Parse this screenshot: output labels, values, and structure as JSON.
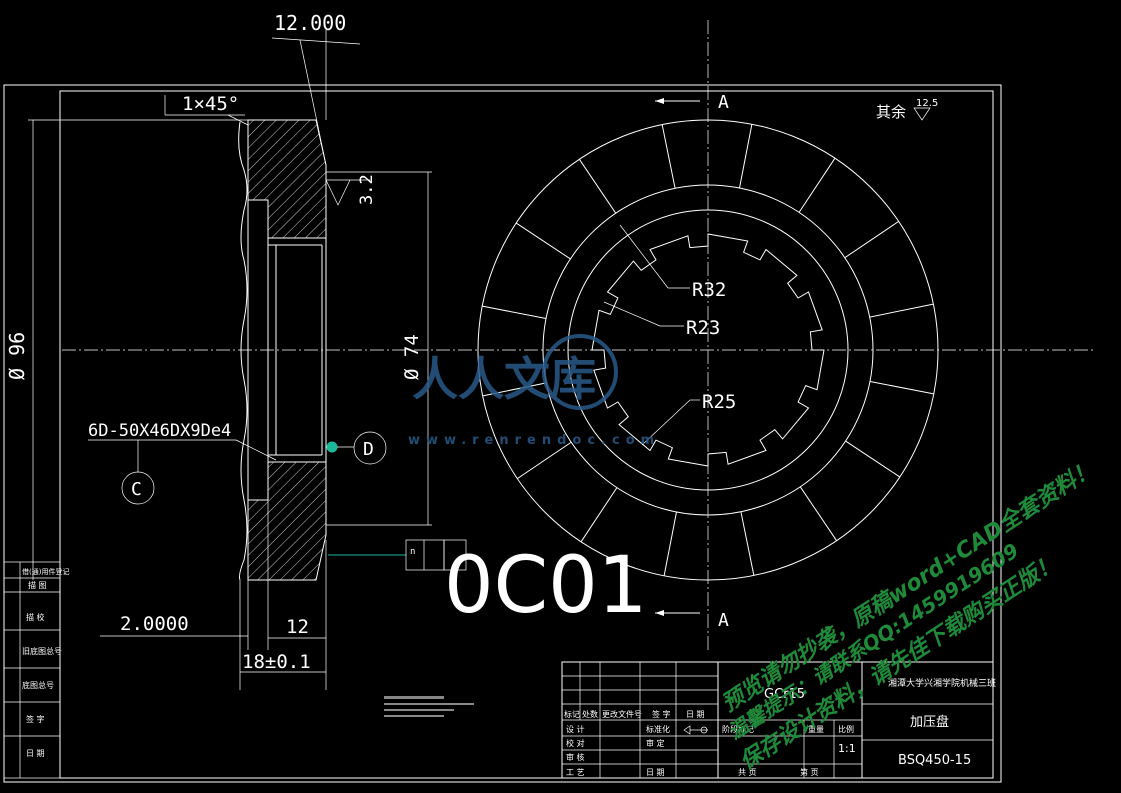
{
  "drawing": {
    "dims": {
      "top_length": "12.000",
      "chamfer": "1×45°",
      "roughness": "3.2",
      "outer_dia": "Ø 96",
      "inner_dia": "Ø 74",
      "spline": "6D-50X46DX9De4",
      "left_offset": "2.0000",
      "width_12": "12",
      "thickness": "18±0.1"
    },
    "radii": {
      "r32": "R32",
      "r23": "R23",
      "r25": "R25"
    },
    "section_labels": {
      "a_top": "A",
      "a_bottom": "A"
    },
    "datum": {
      "c": "C",
      "d": "D"
    },
    "surface_note": {
      "label": "其余",
      "value": "12.5"
    },
    "part_code": "0C01",
    "tolerance_box": {
      "symbol": "n"
    }
  },
  "title_block": {
    "school": "湘潭大学兴湘学院机械三班",
    "part_name": "加压盘",
    "drawing_no": "BSQ450-15",
    "material": "GCr15",
    "scale": "1:1",
    "rows": {
      "r1": [
        "标记",
        "处数",
        "更改文件号",
        "签 字",
        "日 期"
      ],
      "r2": [
        "设 计",
        "标准化",
        "阶段标记",
        "重量",
        "比例"
      ],
      "r3": [
        "校 对",
        "审 定"
      ],
      "r4": [
        "审 核"
      ],
      "r5": [
        "工 艺",
        "日 期",
        "共 页",
        "第 页"
      ]
    }
  },
  "left_strip": [
    "描 图",
    "描 校",
    "旧底图总号",
    "底图总号",
    "签 字",
    "日 期"
  ],
  "left_strip_top": "借(通)用件登记",
  "watermark": {
    "logo": "人人文库",
    "url": "www.renrendoc.com"
  },
  "green_text": {
    "line1": "预览请勿抄袭，原稿word+CAD全套资料！",
    "line2": "温馨提示：请联系QQ:1459919609",
    "line3": "保存设计资料，请先佳下载购买正版！"
  }
}
